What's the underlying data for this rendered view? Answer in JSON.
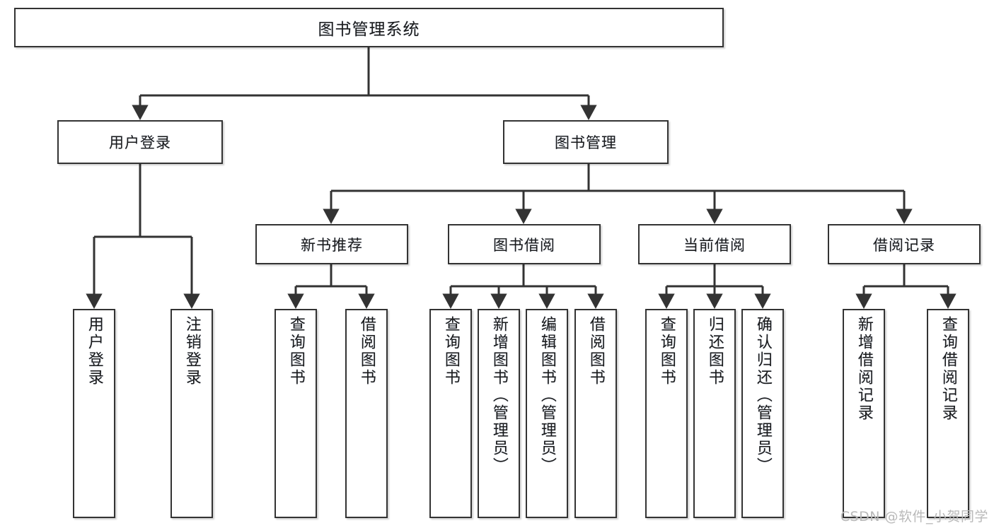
{
  "diagram": {
    "title": "图书管理系统",
    "type": "hierarchy-tree",
    "root": {
      "id": "root",
      "label": "图书管理系统"
    },
    "level2": [
      {
        "id": "user-login",
        "label": "用户登录"
      },
      {
        "id": "book-manage",
        "label": "图书管理"
      }
    ],
    "level3": [
      {
        "id": "new-book-rec",
        "label": "新书推荐"
      },
      {
        "id": "book-borrow",
        "label": "图书借阅"
      },
      {
        "id": "current-borrow",
        "label": "当前借阅"
      },
      {
        "id": "borrow-record",
        "label": "借阅记录"
      }
    ],
    "leaves": [
      {
        "id": "leaf-user-login",
        "label": "用户登录",
        "parent": "user-login"
      },
      {
        "id": "leaf-user-logout",
        "label": "注销登录",
        "parent": "user-login"
      },
      {
        "id": "leaf-query-book-1",
        "label": "查询图书",
        "parent": "new-book-rec"
      },
      {
        "id": "leaf-borrow-book-1",
        "label": "借阅图书",
        "parent": "new-book-rec"
      },
      {
        "id": "leaf-query-book-2",
        "label": "查询图书",
        "parent": "book-borrow"
      },
      {
        "id": "leaf-add-book",
        "label": "新增图书（管理员）",
        "parent": "book-borrow"
      },
      {
        "id": "leaf-edit-book",
        "label": "编辑图书（管理员）",
        "parent": "book-borrow"
      },
      {
        "id": "leaf-borrow-book-2",
        "label": "借阅图书",
        "parent": "book-borrow"
      },
      {
        "id": "leaf-query-book-3",
        "label": "查询图书",
        "parent": "current-borrow"
      },
      {
        "id": "leaf-return-book",
        "label": "归还图书",
        "parent": "current-borrow"
      },
      {
        "id": "leaf-confirm-return",
        "label": "确认归还（管理员）",
        "parent": "current-borrow"
      },
      {
        "id": "leaf-add-record",
        "label": "新增借阅记录",
        "parent": "borrow-record"
      },
      {
        "id": "leaf-query-record",
        "label": "查询借阅记录",
        "parent": "borrow-record"
      }
    ]
  },
  "watermark": {
    "text": "CSDN @软件_小贺同学"
  },
  "colors": {
    "stroke": "#333333",
    "background": "#ffffff",
    "text": "#1a1a1a",
    "watermark": "#b9b9b9"
  }
}
